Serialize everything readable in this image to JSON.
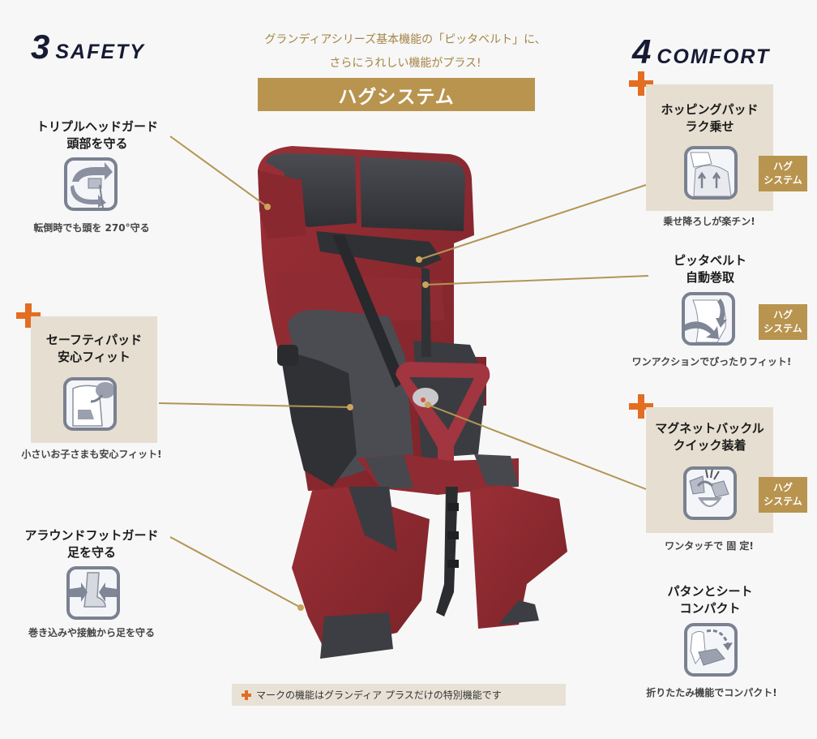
{
  "headings": {
    "safety": {
      "number": "3",
      "word": "SAFETY"
    },
    "comfort": {
      "number": "4",
      "word": "COMFORT"
    }
  },
  "intro": {
    "line1": "グランディアシリーズ基本機能の「ピッタベルト」に、",
    "line2": "さらにうれしい機能がプラス!",
    "banner": "ハグシステム"
  },
  "hug_tag": {
    "line1": "ハグ",
    "line2": "システム"
  },
  "safety_features": [
    {
      "title_line1": "トリプルヘッドガード",
      "title_line2": "頭部を守る",
      "icon": "head-guard-rotation-icon",
      "caption": "転倒時でも頭を 270°守る",
      "plus": false
    },
    {
      "title_line1": "セーフティパッド",
      "title_line2": "安心フィット",
      "icon": "safety-pad-icon",
      "caption": "小さいお子さまも安心フィット!",
      "plus": true
    },
    {
      "title_line1": "アラウンドフットガード",
      "title_line2": "足を守る",
      "icon": "foot-guard-icon",
      "caption": "巻き込みや接触から足を守る",
      "plus": false
    }
  ],
  "comfort_features": [
    {
      "title_line1": "ホッピングパッド",
      "title_line2": "ラク乗せ",
      "icon": "hopping-pad-icon",
      "caption": "乗せ降ろしが楽チン!",
      "plus": true,
      "hug_system": true
    },
    {
      "title_line1": "ピッタベルト",
      "title_line2": "自動巻取",
      "icon": "auto-belt-retract-icon",
      "caption": "ワンアクションでぴったりフィット!",
      "plus": false,
      "hug_system": true
    },
    {
      "title_line1": "マグネットバックル",
      "title_line2": "クイック装着",
      "icon": "magnet-buckle-icon",
      "caption": "ワンタッチで 固 定!",
      "plus": true,
      "hug_system": true
    },
    {
      "title_line1": "パタンとシート",
      "title_line2": "コンパクト",
      "icon": "fold-compact-icon",
      "caption": "折りたたみ機能でコンパクト!",
      "plus": false,
      "hug_system": false
    }
  ],
  "footnote": "マークの機能はグランディア プラスだけの特別機能です",
  "colors": {
    "background": "#f7f7f7",
    "gold": "#b8944f",
    "gold_text": "#a48545",
    "plus_orange": "#e36d21",
    "feature_box": "#e6ded0",
    "heading_navy": "#161a33",
    "seat_red": "#8e2a30",
    "seat_dark": "#3b3d42",
    "icon_gray": "#7a8190"
  }
}
